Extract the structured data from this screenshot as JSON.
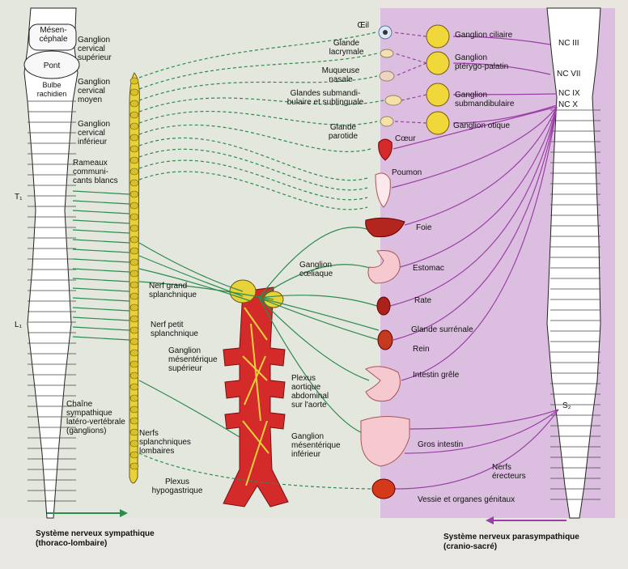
{
  "colors": {
    "sympathetic_bg": "#e4e7de",
    "parasympathetic_bg": "#dcbfe0",
    "sympathetic_nerve": "#2e8b4e",
    "parasympathetic_nerve": "#9b3fa6",
    "sympathetic_chain": "#e8d23a",
    "aorta": "#d42a2a",
    "ganglion": "#f1d83a"
  },
  "brain": {
    "mesencephale": "Mésen-\ncéphale",
    "pont": "Pont",
    "bulbe": "Bulbe\nrachidien"
  },
  "spine_markers": {
    "t1": "T₁",
    "l1": "L₁",
    "s2": "S₂"
  },
  "sympathetic_labels": {
    "ganglion_sup": "Ganglion\ncervical\nsupérieur",
    "ganglion_moyen": "Ganglion\ncervical\nmoyen",
    "ganglion_inf": "Ganglion\ncervical\ninférieur",
    "rameaux": "Rameaux\ncommuni-\ncants blancs",
    "nerf_grand": "Nerf grand\nsplanchnique",
    "nerf_petit": "Nerf petit\nsplanchnique",
    "ganglion_mes_sup": "Ganglion\nmésentérique\nsupérieur",
    "chaine": "Chaîne\nsympathique\nlatéro-vertébrale\n(ganglions)",
    "nerfs_lombaires": "Nerfs\nsplanchniques\nlombaires",
    "plexus_hypogastrique": "Plexus\nhypogastrique",
    "ganglion_coeliaque": "Ganglion\ncœliaque",
    "plexus_aortique": "Plexus\naortique\nabdominal\nsur l'aorte",
    "ganglion_mes_inf": "Ganglion\nmésentérique\ninférieur"
  },
  "organs": {
    "oeil": "Œil",
    "glande_lacrymale": "Glande\nlacrymale",
    "muqueuse_nasale": "Muqueuse\nnasale",
    "glandes_sub": "Glandes submandi-\nbulaire et sublinguale",
    "glande_parotide": "Glande\nparotide",
    "coeur": "Cœur",
    "poumon": "Poumon",
    "foie": "Foie",
    "estomac": "Estomac",
    "rate": "Rate",
    "glande_surrenale": "Glande surrénale",
    "rein": "Rein",
    "intestin_grele": "Intestin grêle",
    "gros_intestin": "Gros intestin",
    "vessie": "Vessie et organes génitaux"
  },
  "parasympathetic_labels": {
    "ganglion_ciliaire": "Ganglion ciliaire",
    "ganglion_pterygo": "Ganglion\nptérygo-palatin",
    "ganglion_submand": "Ganglion\nsubmandibulaire",
    "ganglion_otique": "Ganglion otique",
    "nc3": "NC III",
    "nc7": "NC VII",
    "nc9": "NC IX",
    "nc10": "NC X",
    "nerfs_erecteurs": "Nerfs\nérecteurs"
  },
  "legend": {
    "sympathetic": "Système nerveux sympathique\n(thoraco-lombaire)",
    "parasympathetic": "Système nerveux parasympathique\n(cranio-sacré)"
  }
}
